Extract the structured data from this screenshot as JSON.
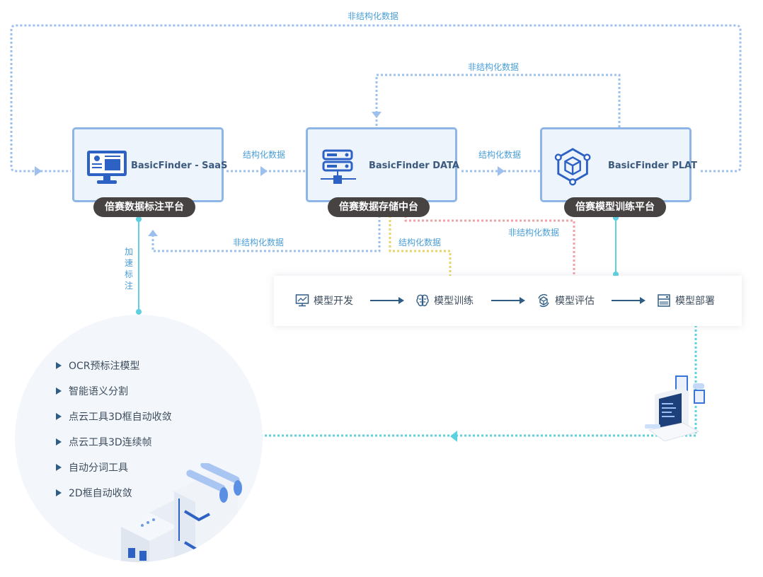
{
  "colors": {
    "dotted_blue": "#9ec0ee",
    "dotted_cyan": "#5dd1df",
    "dotted_yellow": "#e8d46a",
    "dotted_pink": "#f0a3a6",
    "label_blue": "#4a9fd8",
    "box_fill": "#edf4fc",
    "box_border": "#8db5e6",
    "icon_blue": "#2d62c4",
    "pill_bg": "#474343",
    "arrow_dark": "#2f5d86"
  },
  "flows": {
    "top_outer": "非结构化数据",
    "top_inner": "非结构化数据",
    "saas_to_data": "结构化数据",
    "data_to_plat": "结构化数据",
    "data_to_saas": "非结构化数据",
    "data_to_training": "结构化数据",
    "data_to_evaluation": "非结构化数据",
    "accelerate_annotation": "加速标注"
  },
  "platforms": [
    {
      "name": "BasicFinder - SaaS",
      "icon": "monitor-dashboard-icon",
      "subtitle": "倍赛数据标注平台"
    },
    {
      "name": "BasicFinder DATA",
      "icon": "server-network-icon",
      "subtitle": "倍赛数据存储中台"
    },
    {
      "name": "BasicFinder PLAT",
      "icon": "hexagon-cube-icon",
      "subtitle": "倍赛模型训练平台"
    }
  ],
  "pipeline": {
    "steps": [
      {
        "label": "模型开发",
        "icon": "monitor-chart-icon"
      },
      {
        "label": "模型训练",
        "icon": "brain-icon"
      },
      {
        "label": "模型评估",
        "icon": "cube-cycle-icon"
      },
      {
        "label": "模型部署",
        "icon": "server-rack-icon"
      }
    ]
  },
  "features": [
    "OCR预标注模型",
    "智能语义分割",
    "点云工具3D框自动收敛",
    "点云工具3D连续帧",
    "自动分词工具",
    "2D框自动收敛"
  ]
}
